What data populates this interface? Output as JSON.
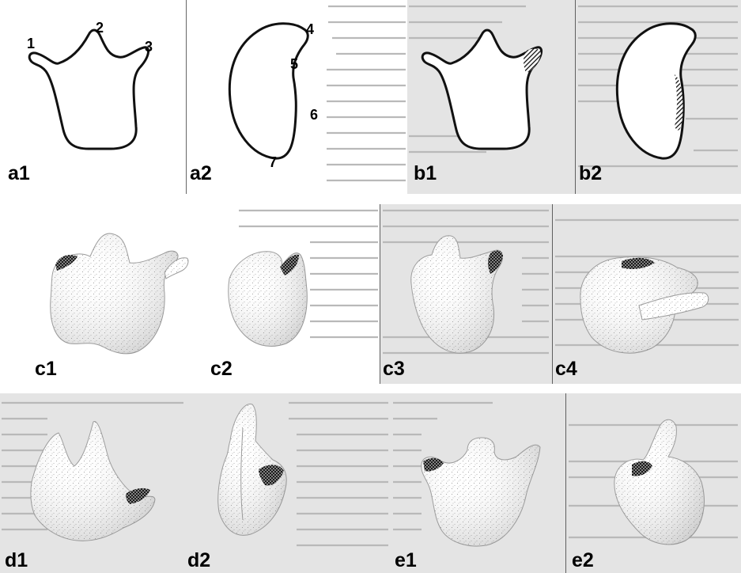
{
  "panels": {
    "a1": {
      "label": "a1",
      "landmarks": [
        "1",
        "2",
        "3"
      ]
    },
    "a2": {
      "label": "a2",
      "landmarks": [
        "4",
        "5",
        "6",
        "7"
      ]
    },
    "b1": {
      "label": "b1"
    },
    "b2": {
      "label": "b2"
    },
    "c1": {
      "label": "c1"
    },
    "c2": {
      "label": "c2"
    },
    "c3": {
      "label": "c3"
    },
    "c4": {
      "label": "c4"
    },
    "d1": {
      "label": "d1"
    },
    "d2": {
      "label": "d2"
    },
    "e1": {
      "label": "e1"
    },
    "e2": {
      "label": "e2"
    }
  },
  "colors": {
    "ink": "#111111",
    "hatch": "#222222",
    "stipple": "#8a8a8a",
    "page_gray": "#e4e4e4",
    "divider": "#333333"
  },
  "icons": {
    "stippled_shape": "stipple-shading",
    "dark_patch": "crosshatch-patch"
  }
}
